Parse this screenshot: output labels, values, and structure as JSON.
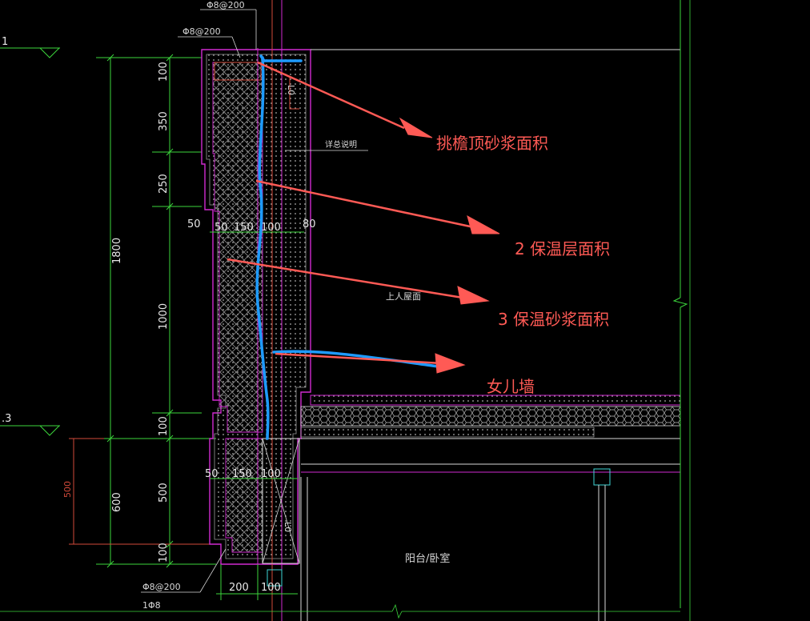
{
  "callouts": {
    "overhang_top_mortar": "挑檐顶砂浆面积",
    "insulation_layer": "2 保温层面积",
    "insulation_mortar": "3 保温砂浆面积",
    "parapet": "女儿墙"
  },
  "cad_labels": {
    "rebar_top_1": "Φ8@200",
    "rebar_top_2": "Φ8@200",
    "rebar_bottom_1": "Φ8@200",
    "rebar_bottom_2": "1Φ8",
    "detail_note": "详总说明",
    "roof_label": "上人屋面",
    "room_label": "阳台/卧室",
    "level_1": "1",
    "level_3": ".3",
    "l0_1": "L0",
    "l0_2": "L0"
  },
  "dimensions": {
    "vertical_left": {
      "total_upper": "1800",
      "total_lower": "600",
      "segs": [
        "100",
        "350",
        "250",
        "1000",
        "100",
        "500",
        "100"
      ],
      "red_500": "500"
    },
    "horizontal": {
      "row1": [
        "50",
        "150",
        "100"
      ],
      "row1_left": "50",
      "row1_right": "80",
      "row2": [
        "50",
        "150",
        "100"
      ],
      "row3": [
        "200",
        "100"
      ]
    }
  },
  "colors": {
    "background": "#000000",
    "dim_green": "#3cd63c",
    "wall_magenta": "#d12ad1",
    "annotation_red": "#ff5a55",
    "sketch_blue": "#1e9bff",
    "hatch_gray": "#9a9a9a"
  }
}
